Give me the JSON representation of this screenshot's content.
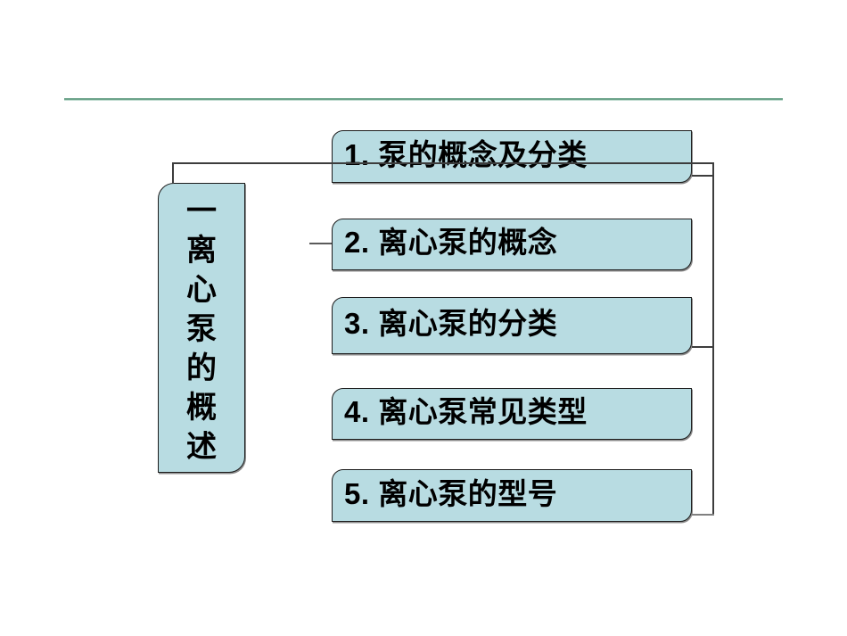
{
  "slide": {
    "background_color": "#ffffff",
    "divider_color": "#6ca38a"
  },
  "diagram": {
    "shape_fill_color": "#b8dce2",
    "shape_border_color": "#1c1c1c",
    "connector_color": "#3d3d3d",
    "root": {
      "title": "一离心泵的概述",
      "chars": [
        "一",
        "离",
        "心",
        "泵",
        "的",
        "概",
        "述"
      ]
    },
    "items": [
      {
        "label": "1. 泵的概念及分类"
      },
      {
        "label": "2. 离心泵的概念"
      },
      {
        "label": "3. 离心泵的分类"
      },
      {
        "label": "4. 离心泵常见类型"
      },
      {
        "label": "5. 离心泵的型号"
      }
    ]
  }
}
